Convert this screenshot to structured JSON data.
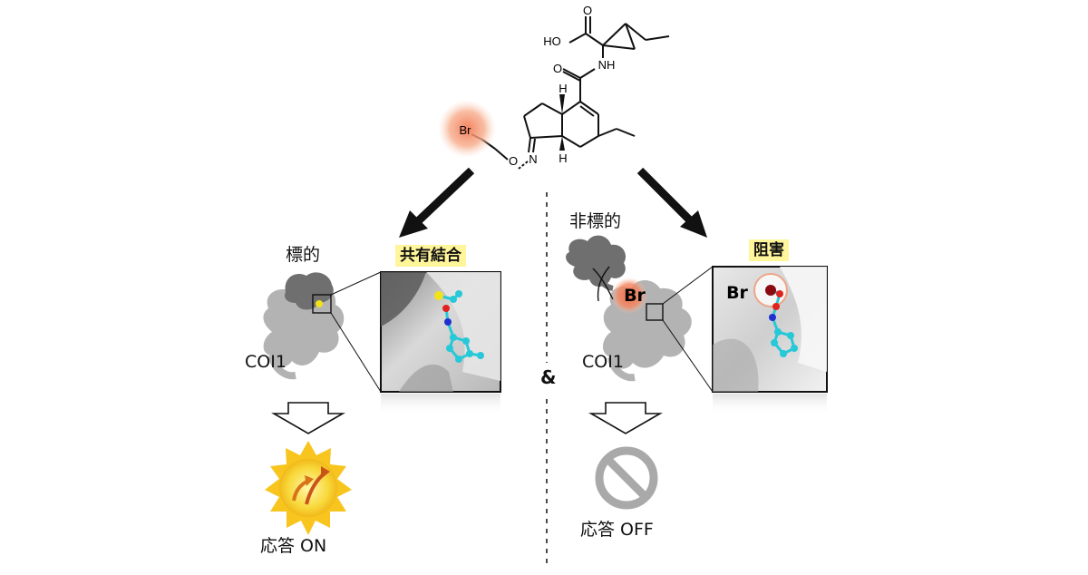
{
  "molecule": {
    "ho": "HO",
    "o_acid": "O",
    "o_amide": "O",
    "nh": "NH",
    "h_top": "H",
    "h_bottom": "H",
    "n": "N",
    "o_ether": "O",
    "br": "Br"
  },
  "left_panel": {
    "target_label": "標的",
    "protein_label": "COI1",
    "zoom_title": "共有結合",
    "result_label": "応答 ON"
  },
  "right_panel": {
    "target_label": "非標的",
    "protein_label": "COI1",
    "br_label": "Br",
    "zoom_br_label": "Br",
    "zoom_title": "阻害",
    "result_label": "応答 OFF"
  },
  "separator_label": "&",
  "colors": {
    "highlight": "#fff59a",
    "br_glow": "#f4a07a",
    "ligand": "#27c8d8",
    "sulfur": "#f2e21a",
    "oxygen": "#e0231c",
    "nitrogen": "#1f2fd0",
    "sun": "#f7c51e",
    "no_sign": "#a9a9a9"
  },
  "icons": {
    "left_result": "sun-up-arrows-icon",
    "right_result": "no-entry-icon",
    "down_arrow": "hollow-down-arrow-icon"
  }
}
